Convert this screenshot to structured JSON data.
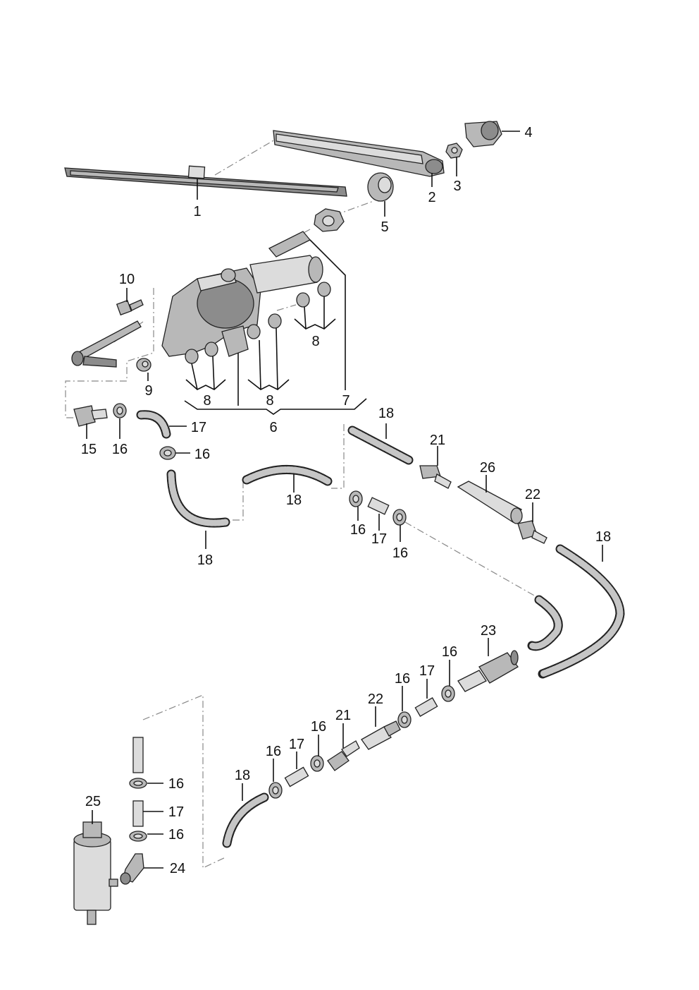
{
  "labels": {
    "p1": "1",
    "p2": "2",
    "p3": "3",
    "p4": "4",
    "p5": "5",
    "p6": "6",
    "p7": "7",
    "p8a": "8",
    "p8b": "8",
    "p8c": "8",
    "p9": "9",
    "p10": "10",
    "p15": "15",
    "p16a": "16",
    "p16b": "16",
    "p16c": "16",
    "p16d": "16",
    "p16e": "16",
    "p16f": "16",
    "p16g": "16",
    "p16h": "16",
    "p16i": "16",
    "p16j": "16",
    "p17a": "17",
    "p17b": "17",
    "p17c": "17",
    "p17d": "17",
    "p17e": "17",
    "p18a": "18",
    "p18b": "18",
    "p18c": "18",
    "p18d": "18",
    "p18e": "18",
    "p21a": "21",
    "p21b": "21",
    "p22a": "22",
    "p22b": "22",
    "p23": "23",
    "p24": "24",
    "p25": "25",
    "p26": "26"
  }
}
